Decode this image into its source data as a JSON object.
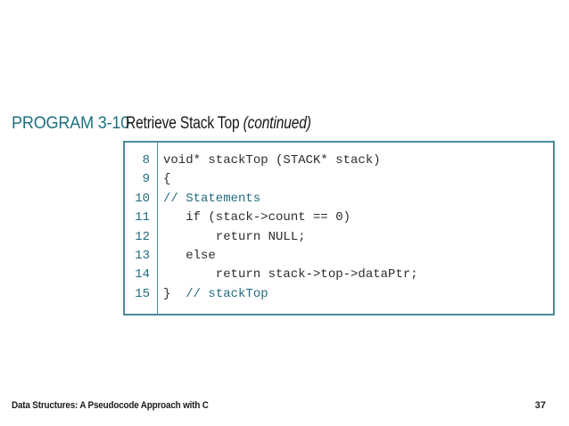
{
  "header": {
    "program_label": "PROGRAM 3-10",
    "title": "Retrieve Stack Top",
    "title_suffix": "(continued)"
  },
  "code_listing": {
    "lines": [
      {
        "number": "8",
        "segments": [
          {
            "type": "code",
            "text": "void* stackTop (STACK* stack)"
          }
        ]
      },
      {
        "number": "9",
        "segments": [
          {
            "type": "code",
            "text": "{"
          }
        ]
      },
      {
        "number": "10",
        "segments": [
          {
            "type": "comment",
            "text": "// Statements"
          }
        ]
      },
      {
        "number": "11",
        "segments": [
          {
            "type": "code",
            "text": "   if (stack->count == 0)"
          }
        ]
      },
      {
        "number": "12",
        "segments": [
          {
            "type": "code",
            "text": "       return NULL;"
          }
        ]
      },
      {
        "number": "13",
        "segments": [
          {
            "type": "code",
            "text": "   else"
          }
        ]
      },
      {
        "number": "14",
        "segments": [
          {
            "type": "code",
            "text": "       return stack->top->dataPtr;"
          }
        ]
      },
      {
        "number": "15",
        "segments": [
          {
            "type": "code",
            "text": "}  "
          },
          {
            "type": "comment",
            "text": "// stackTop"
          }
        ]
      }
    ]
  },
  "footer": {
    "book_title": "Data Structures: A Pseudocode Approach with C",
    "page_number": "37"
  },
  "colors": {
    "header_teal": "#1f7080",
    "code_teal": "#226b7d",
    "border_teal": "#4d8a98",
    "code_text": "#2e2d2b",
    "footer_text": "#1c1c1a"
  }
}
